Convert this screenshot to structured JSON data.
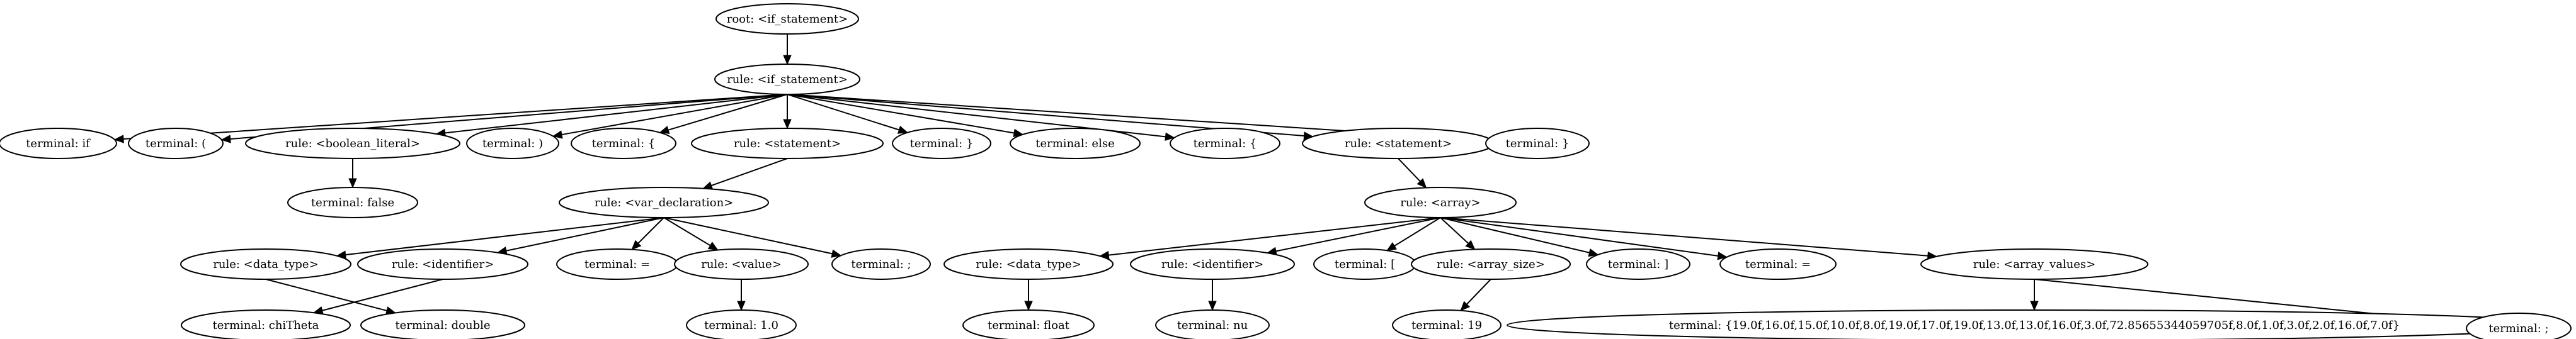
{
  "diagram": {
    "type": "parse-tree",
    "nodes": [
      {
        "id": "n0",
        "label": "root: <if_statement>"
      },
      {
        "id": "n1",
        "label": "rule: <if_statement>"
      },
      {
        "id": "n2",
        "label": "terminal: if"
      },
      {
        "id": "n3",
        "label": "terminal: ("
      },
      {
        "id": "n4",
        "label": "rule: <boolean_literal>"
      },
      {
        "id": "n5",
        "label": "terminal: false"
      },
      {
        "id": "n6",
        "label": "terminal: )"
      },
      {
        "id": "n7",
        "label": "terminal: {"
      },
      {
        "id": "n8",
        "label": "rule: <statement>"
      },
      {
        "id": "n9",
        "label": "rule: <var_declaration>"
      },
      {
        "id": "n10",
        "label": "rule: <data_type>"
      },
      {
        "id": "n11",
        "label": "terminal: double"
      },
      {
        "id": "n12",
        "label": "rule: <identifier>"
      },
      {
        "id": "n13",
        "label": "terminal: chiTheta"
      },
      {
        "id": "n14",
        "label": "terminal: ="
      },
      {
        "id": "n15",
        "label": "rule: <value>"
      },
      {
        "id": "n16",
        "label": "terminal: 1.0"
      },
      {
        "id": "n17",
        "label": "terminal: ;"
      },
      {
        "id": "n18",
        "label": "terminal: }"
      },
      {
        "id": "n19",
        "label": "terminal: else"
      },
      {
        "id": "n20",
        "label": "terminal: {"
      },
      {
        "id": "n21",
        "label": "rule: <statement>"
      },
      {
        "id": "n22",
        "label": "rule: <array>"
      },
      {
        "id": "n23",
        "label": "rule: <data_type>"
      },
      {
        "id": "n24",
        "label": "terminal: float"
      },
      {
        "id": "n25",
        "label": "rule: <identifier>"
      },
      {
        "id": "n26",
        "label": "terminal: nu"
      },
      {
        "id": "n27",
        "label": "terminal: ["
      },
      {
        "id": "n28",
        "label": "rule: <array_size>"
      },
      {
        "id": "n29",
        "label": "terminal: 19"
      },
      {
        "id": "n30",
        "label": "terminal: ]"
      },
      {
        "id": "n31",
        "label": "terminal: ="
      },
      {
        "id": "n32",
        "label": "rule: <array_values>"
      },
      {
        "id": "n33",
        "label": "terminal: {19.0f,16.0f,15.0f,10.0f,8.0f,19.0f,17.0f,19.0f,13.0f,13.0f,16.0f,3.0f,72.85655344059705f,8.0f,1.0f,3.0f,2.0f,16.0f,7.0f}"
      },
      {
        "id": "n34",
        "label": "terminal: ;"
      },
      {
        "id": "n35",
        "label": "terminal: }"
      }
    ],
    "edges": [
      [
        "n0",
        "n1"
      ],
      [
        "n1",
        "n2"
      ],
      [
        "n1",
        "n3"
      ],
      [
        "n1",
        "n4"
      ],
      [
        "n1",
        "n6"
      ],
      [
        "n1",
        "n7"
      ],
      [
        "n1",
        "n8"
      ],
      [
        "n1",
        "n18"
      ],
      [
        "n1",
        "n19"
      ],
      [
        "n1",
        "n20"
      ],
      [
        "n1",
        "n21"
      ],
      [
        "n1",
        "n35"
      ],
      [
        "n4",
        "n5"
      ],
      [
        "n8",
        "n9"
      ],
      [
        "n9",
        "n10"
      ],
      [
        "n9",
        "n12"
      ],
      [
        "n9",
        "n14"
      ],
      [
        "n9",
        "n15"
      ],
      [
        "n9",
        "n17"
      ],
      [
        "n10",
        "n11"
      ],
      [
        "n12",
        "n13"
      ],
      [
        "n15",
        "n16"
      ],
      [
        "n21",
        "n22"
      ],
      [
        "n22",
        "n23"
      ],
      [
        "n22",
        "n25"
      ],
      [
        "n22",
        "n27"
      ],
      [
        "n22",
        "n28"
      ],
      [
        "n22",
        "n30"
      ],
      [
        "n22",
        "n31"
      ],
      [
        "n22",
        "n32"
      ],
      [
        "n23",
        "n24"
      ],
      [
        "n25",
        "n26"
      ],
      [
        "n28",
        "n29"
      ],
      [
        "n32",
        "n33"
      ],
      [
        "n32",
        "n34"
      ]
    ]
  }
}
